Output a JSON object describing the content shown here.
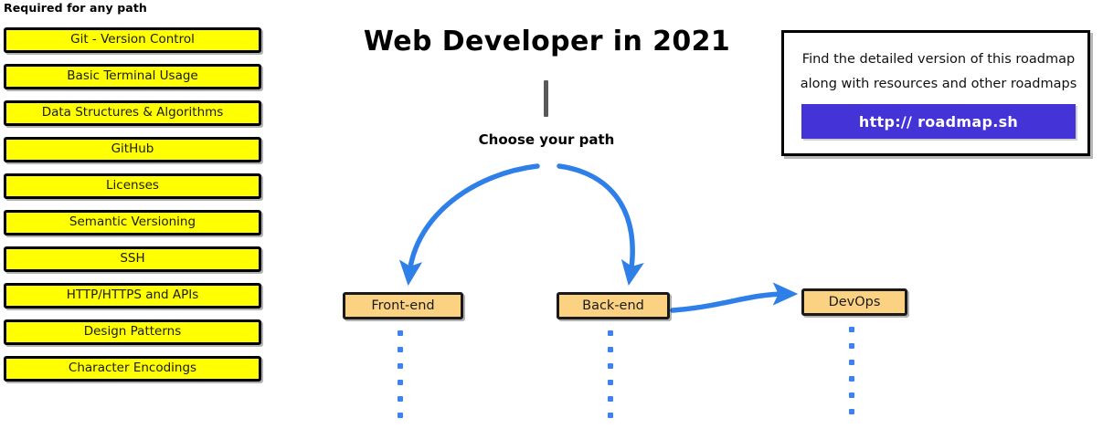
{
  "diagram": {
    "title": "Web Developer in 2021",
    "choose_path_label": "Choose your path",
    "accent_blue": "#3b82f6",
    "node_fill": "#fbd282",
    "required_fill": "#ffff00",
    "stem_color": "#595959"
  },
  "required_section": {
    "heading": "Required for any path",
    "items": [
      {
        "label": "Git - Version Control"
      },
      {
        "label": "Basic Terminal Usage"
      },
      {
        "label": "Data Structures & Algorithms"
      },
      {
        "label": "GitHub"
      },
      {
        "label": "Licenses"
      },
      {
        "label": "Semantic Versioning"
      },
      {
        "label": "SSH"
      },
      {
        "label": "HTTP/HTTPS and APIs"
      },
      {
        "label": "Design Patterns"
      },
      {
        "label": "Character Encodings"
      }
    ]
  },
  "paths": {
    "nodes": [
      {
        "label": "Front-end"
      },
      {
        "label": "Back-end"
      },
      {
        "label": "DevOps"
      }
    ]
  },
  "callout": {
    "line_1": "Find the detailed version of this roadmap",
    "line_2": "along with resources and other roadmaps",
    "button_label": "http:// roadmap.sh",
    "button_color": "#4433d6"
  }
}
